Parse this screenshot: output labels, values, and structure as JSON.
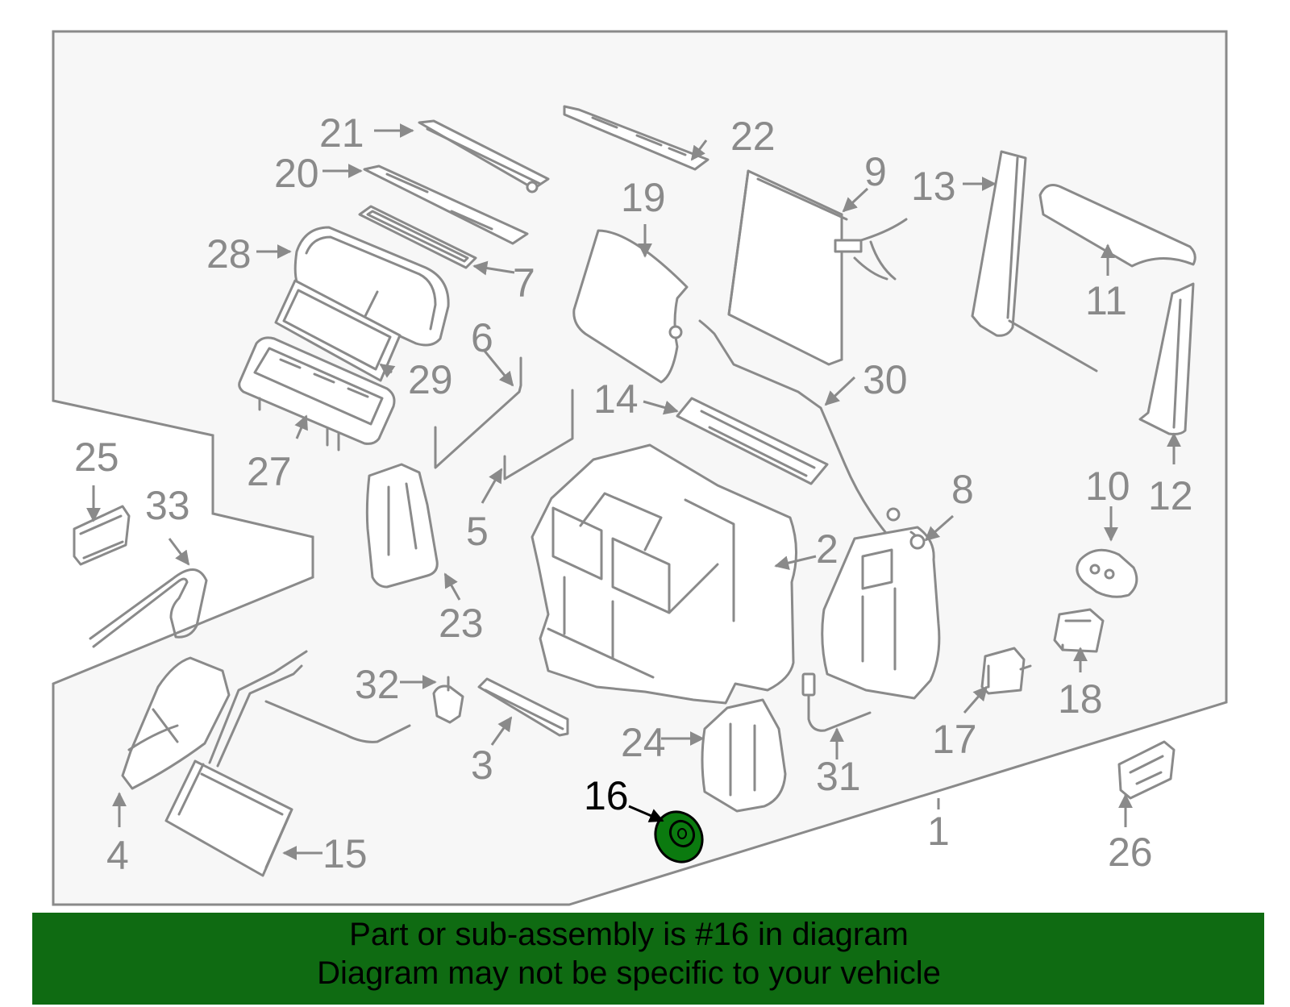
{
  "colors": {
    "outline": "#8a8a8a",
    "panel": "#f7f7f7",
    "highlight_part": "#0b7a0f",
    "banner": "#0f6b12",
    "highlight_label": "#000000"
  },
  "highlight": {
    "part_number": "16"
  },
  "callouts": [
    {
      "id": "1",
      "label": "1"
    },
    {
      "id": "2",
      "label": "2"
    },
    {
      "id": "3",
      "label": "3"
    },
    {
      "id": "4",
      "label": "4"
    },
    {
      "id": "5",
      "label": "5"
    },
    {
      "id": "6",
      "label": "6"
    },
    {
      "id": "7",
      "label": "7"
    },
    {
      "id": "8",
      "label": "8"
    },
    {
      "id": "9",
      "label": "9"
    },
    {
      "id": "10",
      "label": "10"
    },
    {
      "id": "11",
      "label": "11"
    },
    {
      "id": "12",
      "label": "12"
    },
    {
      "id": "13",
      "label": "13"
    },
    {
      "id": "14",
      "label": "14"
    },
    {
      "id": "15",
      "label": "15"
    },
    {
      "id": "16",
      "label": "16"
    },
    {
      "id": "17",
      "label": "17"
    },
    {
      "id": "18",
      "label": "18"
    },
    {
      "id": "19",
      "label": "19"
    },
    {
      "id": "20",
      "label": "20"
    },
    {
      "id": "21",
      "label": "21"
    },
    {
      "id": "22",
      "label": "22"
    },
    {
      "id": "23",
      "label": "23"
    },
    {
      "id": "24",
      "label": "24"
    },
    {
      "id": "25",
      "label": "25"
    },
    {
      "id": "26",
      "label": "26"
    },
    {
      "id": "27",
      "label": "27"
    },
    {
      "id": "28",
      "label": "28"
    },
    {
      "id": "29",
      "label": "29"
    },
    {
      "id": "30",
      "label": "30"
    },
    {
      "id": "31",
      "label": "31"
    },
    {
      "id": "32",
      "label": "32"
    },
    {
      "id": "33",
      "label": "33"
    }
  ],
  "banner": {
    "line1": "Part or sub-assembly is #16 in diagram",
    "line2": "Diagram may not be specific to your vehicle"
  }
}
